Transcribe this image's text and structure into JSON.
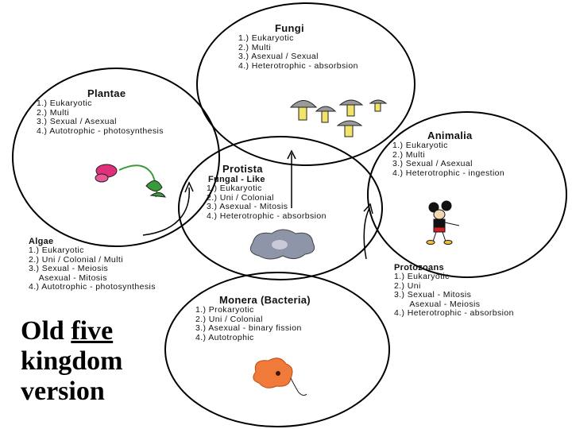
{
  "kingdoms": {
    "fungi": {
      "title": "Fungi",
      "lines": [
        "1.) Eukaryotic",
        "2.) Multi",
        "3.) Asexual / Sexual",
        "4.) Heterotrophic - absorbsion"
      ]
    },
    "plantae": {
      "title": "Plantae",
      "lines": [
        "1.) Eukaryotic",
        "2.) Multi",
        "3.) Sexual / Asexual",
        "4.) Autotrophic - photosynthesis"
      ]
    },
    "animalia": {
      "title": "Animalia",
      "lines": [
        "1.) Eukaryotic",
        "2.) Multi",
        "3.) Sexual / Asexual",
        "4.) Heterotrophic - ingestion"
      ]
    },
    "protista": {
      "title": "Protista",
      "subtitle": "Fungal - Like",
      "lines": [
        "1.) Eukaryotic",
        "2.) Uni / Colonial",
        "3.) Asexual - Mitosis",
        "4.) Heterotrophic - absorbsion"
      ]
    },
    "algae": {
      "title": "Algae",
      "lines": [
        "1.) Eukaryotic",
        "2.) Uni / Colonial / Multi",
        "3.) Sexual - Meiosis",
        "    Asexual - Mitosis",
        "4.) Autotrophic - photosynthesis"
      ]
    },
    "protozoans": {
      "title": "Protozoans",
      "lines": [
        "1.) Eukaryotic",
        "2.) Uni",
        "3.) Sexual - Mitosis",
        "      Asexual - Meiosis",
        "4.) Heterotrophic - absorbsion"
      ]
    },
    "monera": {
      "title": "Monera (Bacteria)",
      "lines": [
        "1.) Prokaryotic",
        "2.) Uni / Colonial",
        "3.) Asexual - binary fission",
        "4.) Autotrophic"
      ]
    }
  },
  "caption": {
    "line1_prefix": "Old ",
    "line1_underlined": "five",
    "line2": "kingdom",
    "line3": "version"
  },
  "colors": {
    "circle": "#000000",
    "mushroom_cap": "#9a9a9a",
    "mushroom_stem": "#f2e46a",
    "flower": "#e0307a",
    "leaf": "#3a9a3a",
    "amoeba_body": "#8f95a8",
    "bacterium": "#ef7a3a",
    "mickey": "#111111"
  },
  "icons": [
    "mushrooms-illustration",
    "flower-illustration",
    "mickey-mouse-illustration",
    "amoeba-illustration",
    "bacterium-illustration"
  ]
}
